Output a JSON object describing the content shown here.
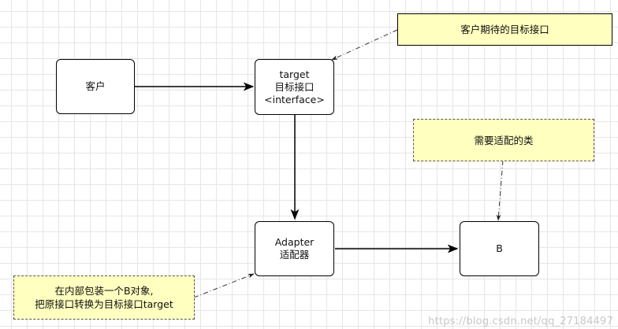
{
  "nodes": {
    "client": {
      "label": "客户"
    },
    "target": {
      "lines": [
        "target",
        "目标接口",
        "<interface>"
      ]
    },
    "adapter": {
      "lines": [
        "Adapter",
        "适配器"
      ]
    },
    "b": {
      "label": "B"
    }
  },
  "notes": {
    "target_note": {
      "label": "客户期待的目标接口"
    },
    "b_note": {
      "label": "需要适配的类"
    },
    "adapter_note": {
      "lines": [
        "在内部包装一个B对象,",
        "把原接口转换为目标接口target"
      ]
    }
  },
  "watermark": "https://blog.csdn.net/qq_27184497",
  "colors": {
    "note_fill": "#ffffc0",
    "grid": "#e6e6e6",
    "stroke": "#000000"
  }
}
